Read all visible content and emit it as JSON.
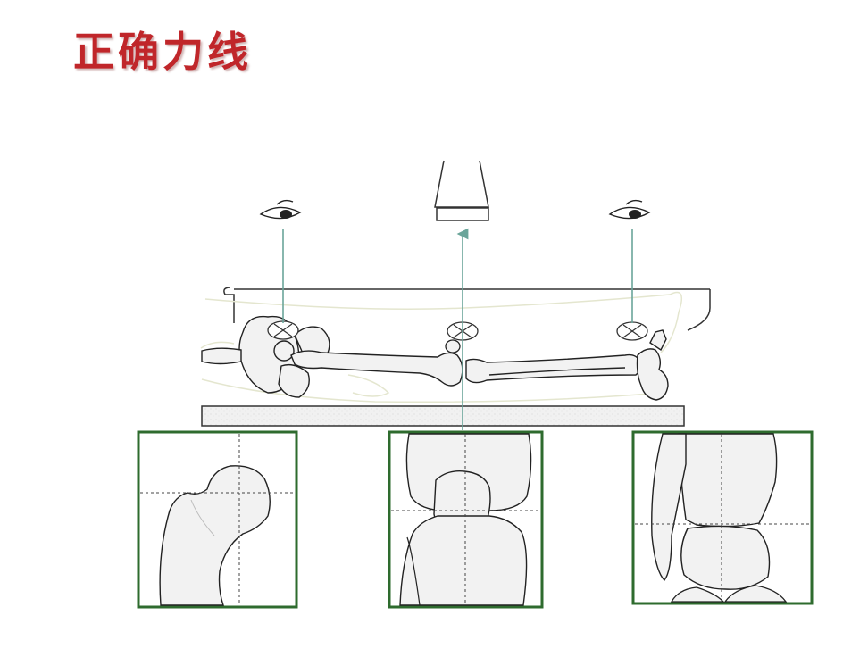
{
  "slide": {
    "title": "正确力线"
  },
  "colors": {
    "title": "#c0262a",
    "frame": "#2e6b2e",
    "beam": "#6aa59a",
    "bone_fill": "#f2f2f2",
    "line": "#2a2a2a"
  },
  "diagram": {
    "views": [
      "hip-inset",
      "knee-inset",
      "ankle-inset"
    ]
  }
}
